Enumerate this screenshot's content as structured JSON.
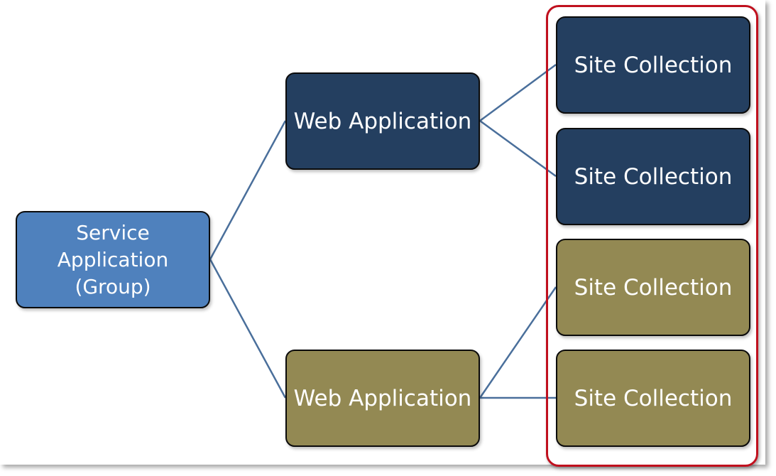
{
  "diagram": {
    "root": {
      "label": "Service\nApplication\n(Group)",
      "color": "#4f81bd"
    },
    "web_applications": [
      {
        "label": "Web Application",
        "color": "#243f60"
      },
      {
        "label": "Web Application",
        "color": "#938953"
      }
    ],
    "site_collections": [
      {
        "label": "Site Collection",
        "color": "#243f60"
      },
      {
        "label": "Site Collection",
        "color": "#243f60"
      },
      {
        "label": "Site Collection",
        "color": "#938953"
      },
      {
        "label": "Site Collection",
        "color": "#938953"
      }
    ],
    "connector_color": "#4a6f9b",
    "highlight_color": "#c0101e"
  }
}
